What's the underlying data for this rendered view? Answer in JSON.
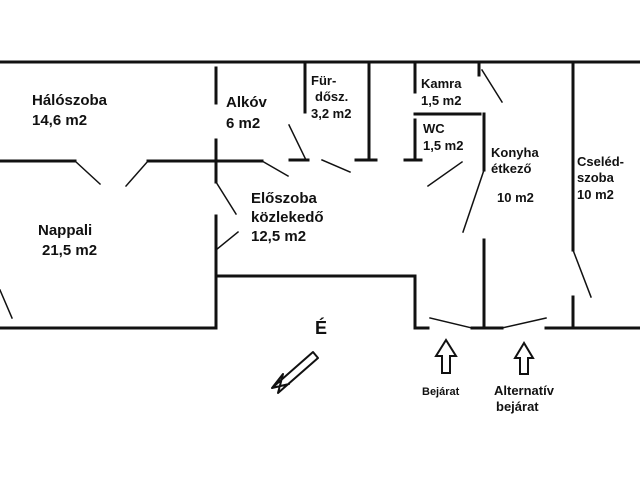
{
  "rooms": {
    "halo": {
      "name": "Hálószoba",
      "area": "14,6 m2"
    },
    "alkov": {
      "name": "Alkóv",
      "area": "6 m2"
    },
    "furdo": {
      "name_1": "Für-",
      "name_2": "dősz.",
      "area": "3,2 m2"
    },
    "kamra": {
      "name": "Kamra",
      "area": "1,5 m2"
    },
    "wc": {
      "name": "WC",
      "area": "1,5 m2"
    },
    "konyha": {
      "name_1": "Konyha",
      "name_2": "étkező",
      "area": "10 m2"
    },
    "cseled": {
      "name_1": "Cseléd-",
      "name_2": "szoba",
      "area": "10 m2"
    },
    "nappali": {
      "name": "Nappali",
      "area": "21,5 m2"
    },
    "eloszoba": {
      "name_1": "Előszoba",
      "name_2": "közlekedő",
      "area": "12,5 m2"
    }
  },
  "compass": {
    "label": "É"
  },
  "entrances": {
    "main": {
      "label": "Bejárat"
    },
    "alt": {
      "label_1": "Alternatív",
      "label_2": "bejárat"
    }
  },
  "colors": {
    "line": "#111111",
    "background": "#ffffff"
  }
}
